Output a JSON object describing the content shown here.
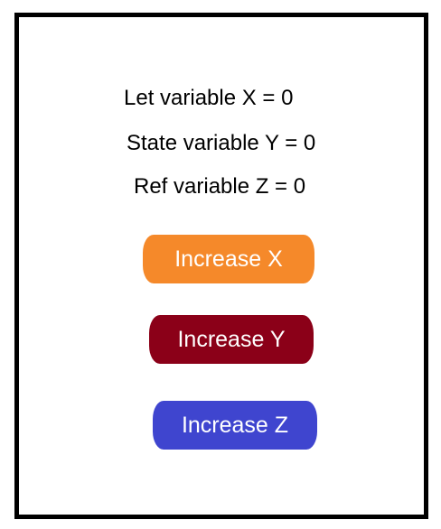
{
  "variables": {
    "x_label": "Let variable X = 0",
    "y_label": "State variable Y = 0",
    "z_label": "Ref variable Z = 0"
  },
  "buttons": {
    "increase_x": {
      "label": "Increase X",
      "color": "#F5892A"
    },
    "increase_y": {
      "label": "Increase Y",
      "color": "#8B0018"
    },
    "increase_z": {
      "label": "Increase Z",
      "color": "#3F45CF"
    }
  },
  "colors": {
    "frame_border": "#000000",
    "background": "#FFFFFF",
    "text": "#000000"
  }
}
